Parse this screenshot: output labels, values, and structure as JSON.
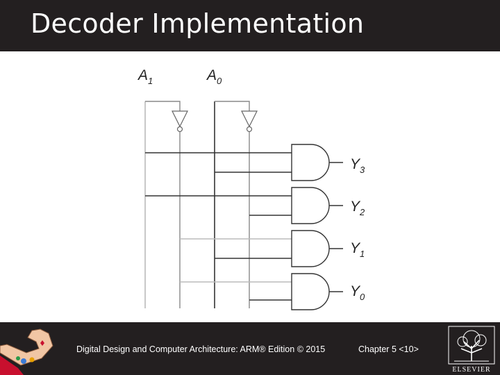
{
  "slide": {
    "title": "Decoder Implementation"
  },
  "diagram": {
    "inputs": [
      {
        "label": "A",
        "index": "1"
      },
      {
        "label": "A",
        "index": "0"
      }
    ],
    "outputs": [
      {
        "label": "Y",
        "index": "3"
      },
      {
        "label": "Y",
        "index": "2"
      },
      {
        "label": "Y",
        "index": "1"
      },
      {
        "label": "Y",
        "index": "0"
      }
    ],
    "gate_types": [
      "NOT",
      "NOT",
      "AND",
      "AND",
      "AND",
      "AND"
    ]
  },
  "footer": {
    "book": "Digital Design and Computer Architecture: ARM® Edition © 2015",
    "chapter": "Chapter 5 <10>",
    "publisher_logo_text": "ELSEVIER"
  },
  "colors": {
    "bar": "#231f20",
    "text_on_bar": "#ffffff",
    "wire": "#333333",
    "wire_light": "#999999"
  }
}
